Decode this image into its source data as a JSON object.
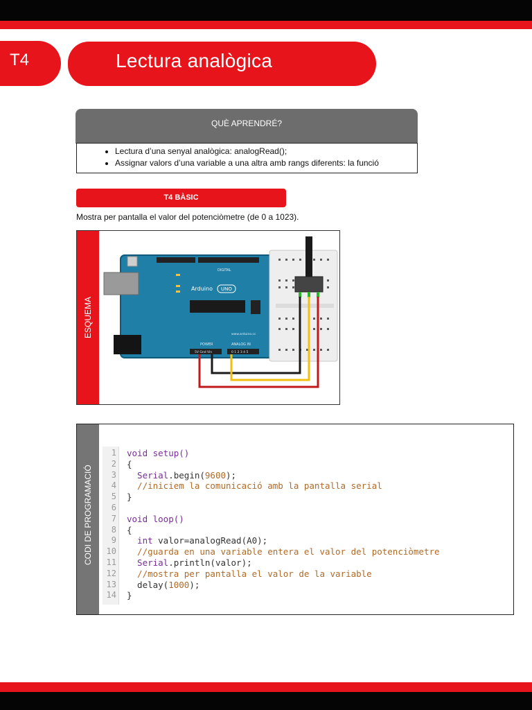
{
  "header": {
    "code": "T4",
    "title": "Lectura analògica"
  },
  "learn": {
    "heading": "QUÈ APRENDRÉ?",
    "items": [
      "Lectura d’una senyal analògica: analogRead();",
      "Assignar valors d’una variable a una altra amb rangs diferents:  la funció"
    ]
  },
  "basic": {
    "heading": "T4 BÀSIC",
    "description": "Mostra per pantalla el valor del potenciòmetre (de 0 a 1023)."
  },
  "schema": {
    "label": "ESQUEMA",
    "board_name": "Arduino",
    "board_model": "UNO",
    "digital_label": "DIGITAL",
    "power_label": "POWER",
    "analog_label": "ANALOG IN",
    "website": "www.arduino.cc",
    "power_pins": "5V Gnd Vin",
    "analog_pins": "0 1 2 3 4 5",
    "wire_colors": {
      "power": "#c0191b",
      "ground": "#1a1a1a",
      "signal": "#f2c010"
    },
    "board_color": "#1f7fa6"
  },
  "code": {
    "label": "CODI DE PROGRAMACIÓ",
    "line_numbers": [
      "1",
      "2",
      "3",
      "4",
      "5",
      "6",
      "7",
      "8",
      "9",
      "10",
      "11",
      "12",
      "13",
      "14"
    ],
    "lines": [
      [
        {
          "t": "void setup()",
          "c": "kw"
        }
      ],
      [
        {
          "t": "{",
          "c": "tx"
        }
      ],
      [
        {
          "t": "  Serial",
          "c": "kw"
        },
        {
          "t": ".begin(",
          "c": "tx"
        },
        {
          "t": "9600",
          "c": "nm"
        },
        {
          "t": ");",
          "c": "tx"
        }
      ],
      [
        {
          "t": "  //iniciem la comunicació amb la pantalla serial",
          "c": "cm"
        }
      ],
      [
        {
          "t": "}",
          "c": "tx"
        }
      ],
      [],
      [
        {
          "t": "void loop()",
          "c": "kw"
        }
      ],
      [
        {
          "t": "{",
          "c": "tx"
        }
      ],
      [
        {
          "t": "  int ",
          "c": "kw"
        },
        {
          "t": "valor=analogRead(A0);",
          "c": "tx"
        }
      ],
      [
        {
          "t": "  //guarda en una variable entera el valor del potenciòmetre",
          "c": "cm"
        }
      ],
      [
        {
          "t": "  Serial",
          "c": "kw"
        },
        {
          "t": ".println(valor);",
          "c": "tx"
        }
      ],
      [
        {
          "t": "  //mostra per pantalla el valor de la variable",
          "c": "cm"
        }
      ],
      [
        {
          "t": "  delay(",
          "c": "tx"
        },
        {
          "t": "1000",
          "c": "nm"
        },
        {
          "t": ");",
          "c": "tx"
        }
      ],
      [
        {
          "t": "}",
          "c": "tx"
        }
      ]
    ]
  }
}
